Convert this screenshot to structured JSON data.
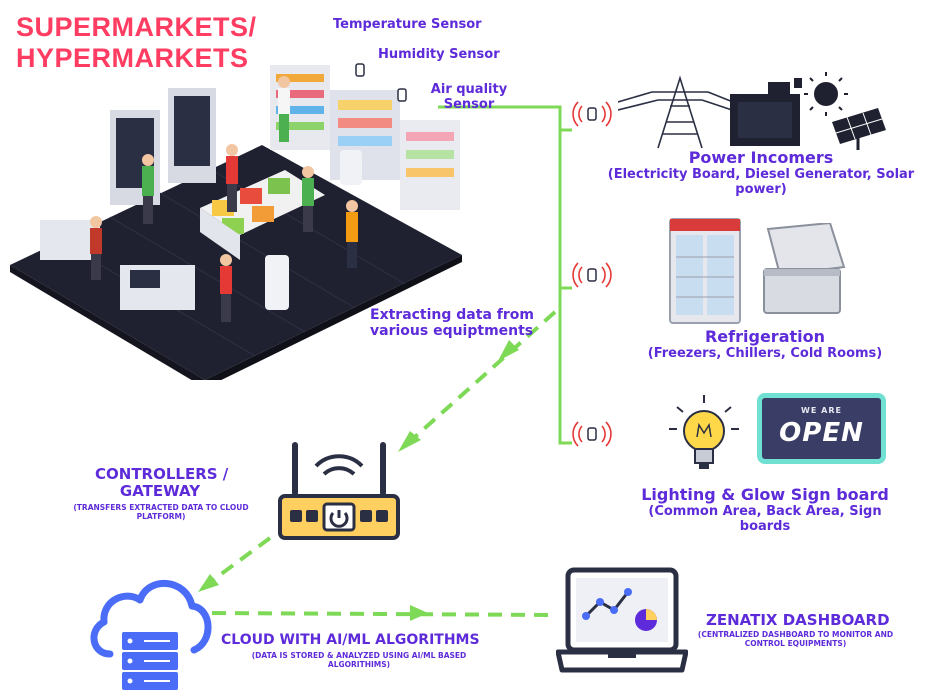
{
  "title": {
    "line1": "SUPERMARKETS/",
    "line2": "HYPERMARKETS"
  },
  "sensors": {
    "temperature": "Temperature Sensor",
    "humidity": "Humidity Sensor",
    "air_quality_1": "Air quality",
    "air_quality_2": "Sensor"
  },
  "extracting": {
    "line1": "Extracting data from",
    "line2": "various equiptments"
  },
  "power": {
    "title": "Power Incomers",
    "sub1": "(Electricity Board, Diesel Generator, Solar",
    "sub2": "power)"
  },
  "refrigeration": {
    "title": "Refrigeration",
    "sub": "(Freezers, Chillers, Cold Rooms)"
  },
  "lighting": {
    "title": "Lighting & Glow Sign board",
    "sub1": "(Common Area, Back Area, Sign",
    "sub2": "boards",
    "sign_small": "WE ARE",
    "sign_big": "OPEN"
  },
  "gateway": {
    "title1": "CONTROLLERS /",
    "title2": "GATEWAY",
    "sub1": "(Transfers extracted data to cloud",
    "sub2": "platform)"
  },
  "cloud": {
    "title": "CLOUD WITH AI/ML ALGORITHMS",
    "sub1": "(Data is stored & analyzed using AI/ML based",
    "sub2": "algorithims)"
  },
  "dashboard": {
    "title": "ZENATIX DASHBOARD",
    "sub1": "(Centralized dashboard to monitor and",
    "sub2": "control equipments)"
  },
  "colors": {
    "title": "#ff3d62",
    "label": "#5d2bd9",
    "connector": "#7ed957",
    "cloud": "#4a6cf7"
  },
  "icons": [
    "wifi-sensor-icon",
    "transmission-tower-icon",
    "diesel-generator-icon",
    "sun-icon",
    "solar-panel-icon",
    "refrigerator-icon",
    "chest-freezer-icon",
    "light-bulb-icon",
    "open-sign-icon",
    "router-icon",
    "cloud-server-icon",
    "laptop-icon",
    "store-illustration"
  ]
}
